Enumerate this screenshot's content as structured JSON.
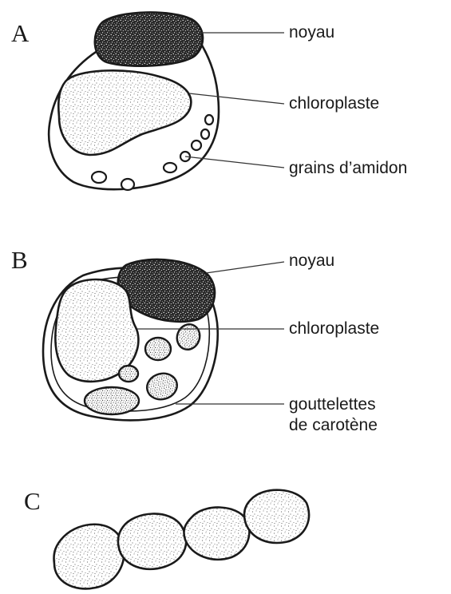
{
  "panels": {
    "a": {
      "letter": "A",
      "labels": {
        "noyau": "noyau",
        "chloroplaste": "chloroplaste",
        "grains": "grains d’amidon"
      }
    },
    "b": {
      "letter": "B",
      "labels": {
        "noyau": "noyau",
        "chloroplaste": "chloroplaste",
        "gouttelettes_line1": "gouttelettes",
        "gouttelettes_line2": "de carotène"
      }
    },
    "c": {
      "letter": "C"
    }
  },
  "colors": {
    "ink": "#1a1a1a",
    "background": "#ffffff"
  }
}
